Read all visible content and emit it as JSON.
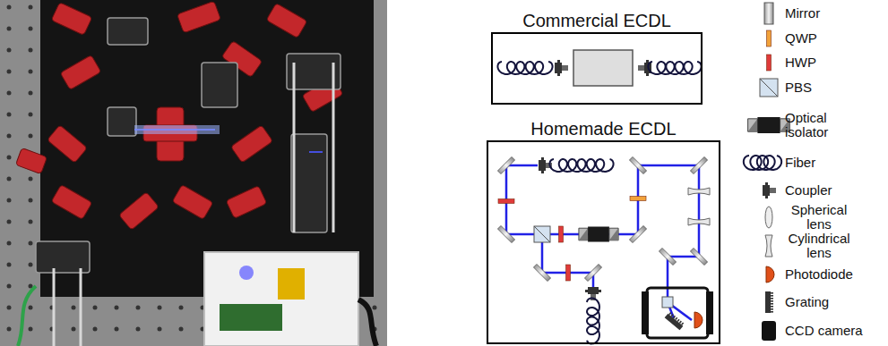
{
  "diagram": {
    "nodes": [
      {
        "text": [
          "Commercial ECDL"
        ]
      },
      {
        "text": [
          "Homemade ECDL"
        ]
      }
    ],
    "legend": [
      {
        "text": "Mirror"
      },
      {
        "text": "QWP"
      },
      {
        "text": "HWP"
      },
      {
        "text": "PBS"
      },
      {
        "text": "Optical isolator"
      },
      {
        "text": "Fiber"
      },
      {
        "text": "Coupler"
      },
      {
        "text": "Spherical lens"
      },
      {
        "text": "Cylindrical lens"
      },
      {
        "text": "Photodiode"
      },
      {
        "text": "Grating"
      },
      {
        "text": "CCD camera"
      }
    ]
  }
}
